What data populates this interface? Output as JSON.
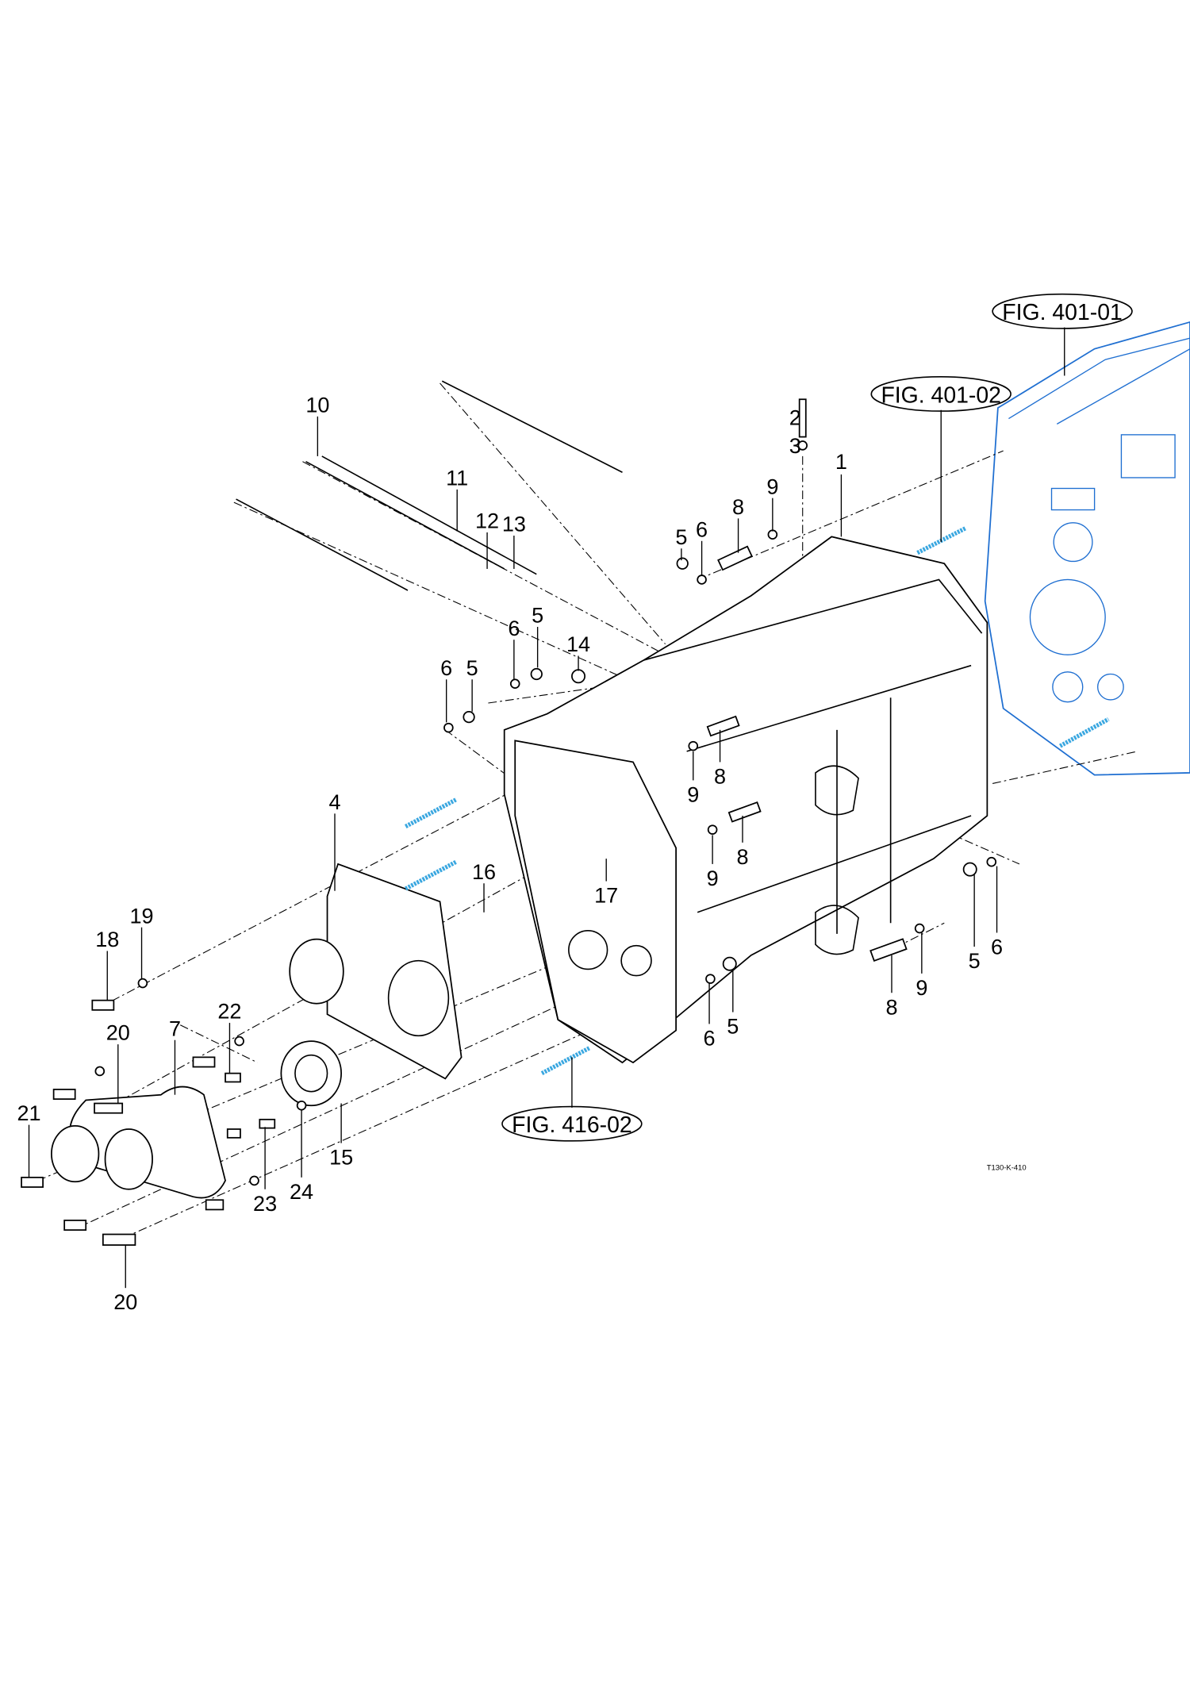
{
  "diagram": {
    "drawing_code": "T130-K-410",
    "figure_refs": [
      "FIG. 401-01",
      "FIG. 401-02",
      "FIG. 416-02"
    ],
    "callouts": [
      "10",
      "11",
      "12",
      "13",
      "2",
      "3",
      "1",
      "8",
      "9",
      "5",
      "6",
      "14",
      "6",
      "5",
      "6",
      "5",
      "8",
      "9",
      "9",
      "8",
      "4",
      "16",
      "17",
      "19",
      "18",
      "22",
      "20",
      "7",
      "21",
      "15",
      "23",
      "24",
      "20",
      "5",
      "6",
      "8",
      "9",
      "6",
      "5"
    ],
    "colors": {
      "line": "#000000",
      "reference_part": "#1f6fd1",
      "stud": "#3aa7e0"
    }
  }
}
